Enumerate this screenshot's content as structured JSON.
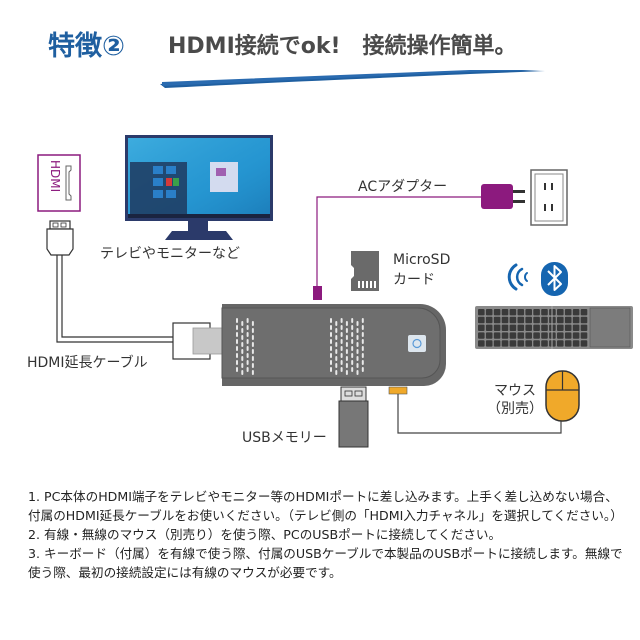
{
  "header": {
    "feature_label": "特徴②",
    "title": "HDMI接続でok!　接続操作簡単。"
  },
  "diagram": {
    "hdmi_port_label": "HDMI",
    "monitor_label": "テレビやモニターなど",
    "ac_adapter_label": "ACアダプター",
    "microsd_label_line1": "MicroSD",
    "microsd_label_line2": "カード",
    "hdmi_cable_label": "HDMI延長ケーブル",
    "usb_memory_label": "USBメモリー",
    "mouse_label_line1": "マウス",
    "mouse_label_line2": "（別売）"
  },
  "colors": {
    "brand_blue": "#1f5fa0",
    "power_purple": "#8c1a7e",
    "usb_orange": "#f0a92a",
    "stick_gray": "#666666",
    "bluetooth_blue": "#1565b0"
  },
  "notes": [
    "1. PC本体のHDMI端子をテレビやモニター等のHDMIポートに差し込みます。上手く差し込めない場合、付属のHDMI延長ケーブルをお使いください。（テレビ側の「HDMI入力チャネル」を選択してください。）",
    "2. 有線・無線のマウス（別売り）を使う際、PCのUSBポートに接続してください。",
    "3. キーボード（付属）を有線で使う際、付属のUSBケーブルで本製品のUSBポートに接続します。無線で使う際、最初の接続設定には有線のマウスが必要です。"
  ]
}
